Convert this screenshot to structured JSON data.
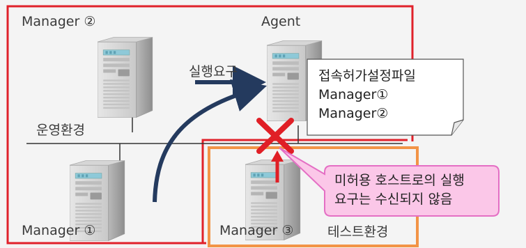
{
  "labels": {
    "manager2": "Manager ②",
    "agent": "Agent",
    "exec_request": "실행요구",
    "production_env": "운영환경",
    "manager1": "Manager ①",
    "manager3": "Manager ③",
    "test_env": "테스트환경"
  },
  "config_note": {
    "lines": [
      "접속허가설정파일",
      "Manager①",
      "Manager②"
    ]
  },
  "warning_note": {
    "lines": [
      "미허용 호스트로의 실행",
      "요구는 수신되지 않음"
    ]
  },
  "colors": {
    "production_border": "#e0212a",
    "test_border": "#f29447",
    "arrow_dark": "#243a5e",
    "arrow_blocked": "#e01f26",
    "cross": "#e01f26",
    "warning_fill": "#fbc7e8",
    "warning_border": "#e46fc4"
  },
  "icons": {
    "server": "server-tower-icon",
    "block": "cross-mark-icon"
  }
}
